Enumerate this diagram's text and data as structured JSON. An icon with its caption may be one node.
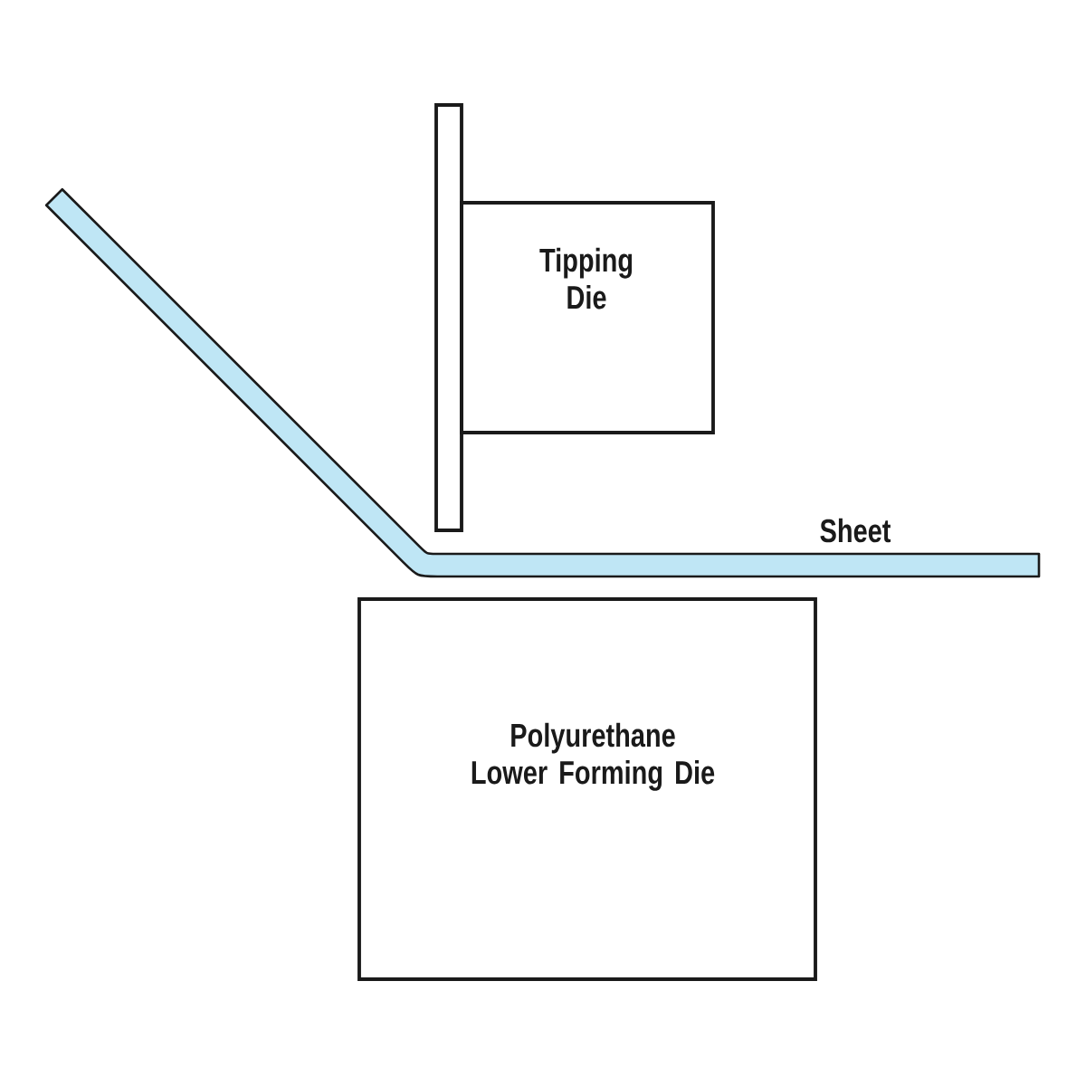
{
  "diagram": {
    "nodes": [
      {
        "text": [],
        "shape": "bar"
      },
      {
        "text": [
          "Tipping Die"
        ]
      },
      {
        "text": [
          "Polyurethane Lower Forming Die"
        ]
      }
    ],
    "labels": [
      "Sheet"
    ]
  }
}
